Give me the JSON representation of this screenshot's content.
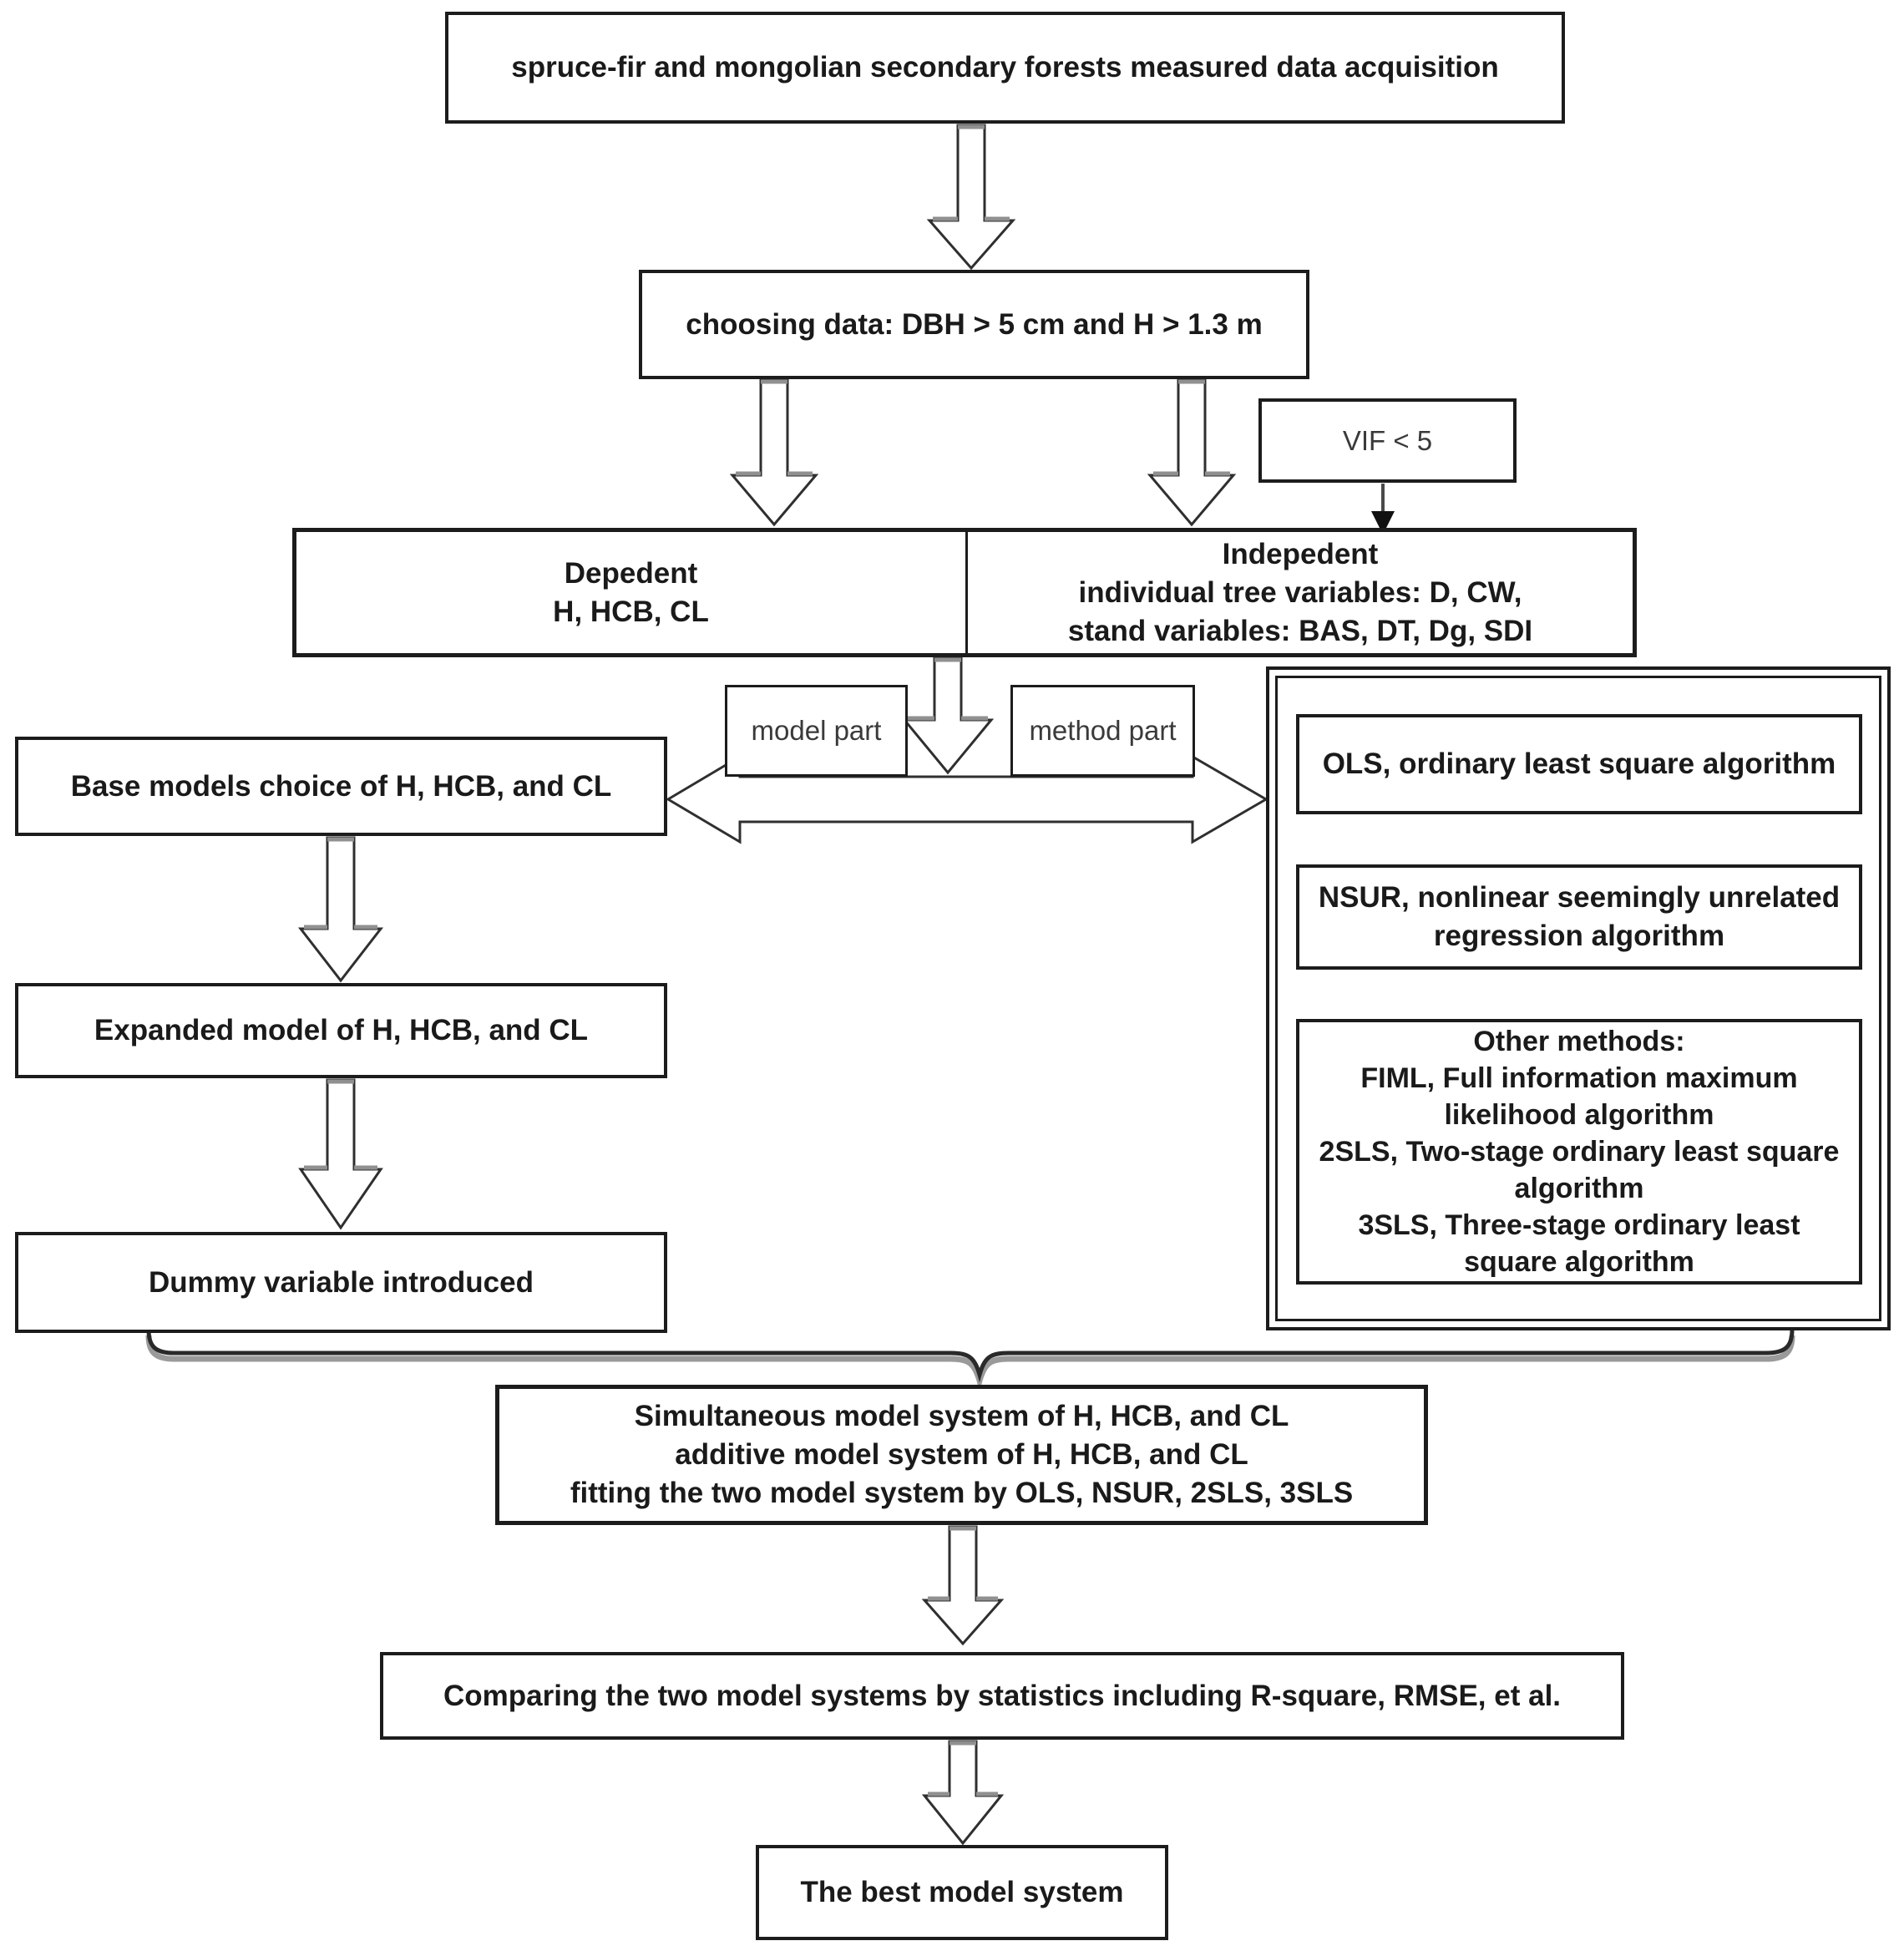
{
  "diagram": {
    "title_note": "flowchart of model system building for spruce-fir and mongolian secondary forests",
    "colors": {
      "background": "#ffffff",
      "box_border": "#1c1c1c",
      "text": "#1a1a1a",
      "muted_text": "#3a3a3a",
      "arrow_outline": "#2f2f2f",
      "arrow_fill": "#ffffff",
      "arrow_shadow": "#909090",
      "brace_shadow": "#9a9a9a"
    },
    "nodes": {
      "data_acquisition": {
        "label": "spruce-fir and mongolian secondary forests measured data acquisition"
      },
      "choosing_data": {
        "label": "choosing data: DBH > 5 cm and H > 1.3 m"
      },
      "vif": {
        "label": "VIF < 5"
      },
      "dependent": {
        "label": "Depedent\nH, HCB, CL"
      },
      "independent": {
        "label": "Indepedent\nindividual tree variables: D, CW,\nstand variables: BAS, DT, Dg, SDI"
      },
      "model_part": {
        "label": "model part"
      },
      "method_part": {
        "label": "method part"
      },
      "base_models": {
        "label": "Base models choice of H, HCB, and CL"
      },
      "expanded_model": {
        "label": "Expanded model of H, HCB, and CL"
      },
      "dummy_variable": {
        "label": "Dummy variable introduced"
      },
      "ols": {
        "label": "OLS, ordinary least square algorithm"
      },
      "nsur": {
        "label": "NSUR, nonlinear seemingly unrelated\nregression algorithm"
      },
      "other_methods": {
        "label": "Other methods:\nFIML, Full information maximum\nlikelihood algorithm\n2SLS, Two-stage ordinary least square\nalgorithm\n3SLS, Three-stage ordinary least\nsquare algorithm"
      },
      "model_system": {
        "label": "Simultaneous model system of H, HCB, and CL\nadditive model system of H, HCB, and CL\nfitting the two model system by OLS, NSUR, 2SLS, 3SLS"
      },
      "comparing": {
        "label": "Comparing the two model systems by statistics including R-square, RMSE, et al."
      },
      "best_model": {
        "label": "The best model system"
      }
    }
  }
}
